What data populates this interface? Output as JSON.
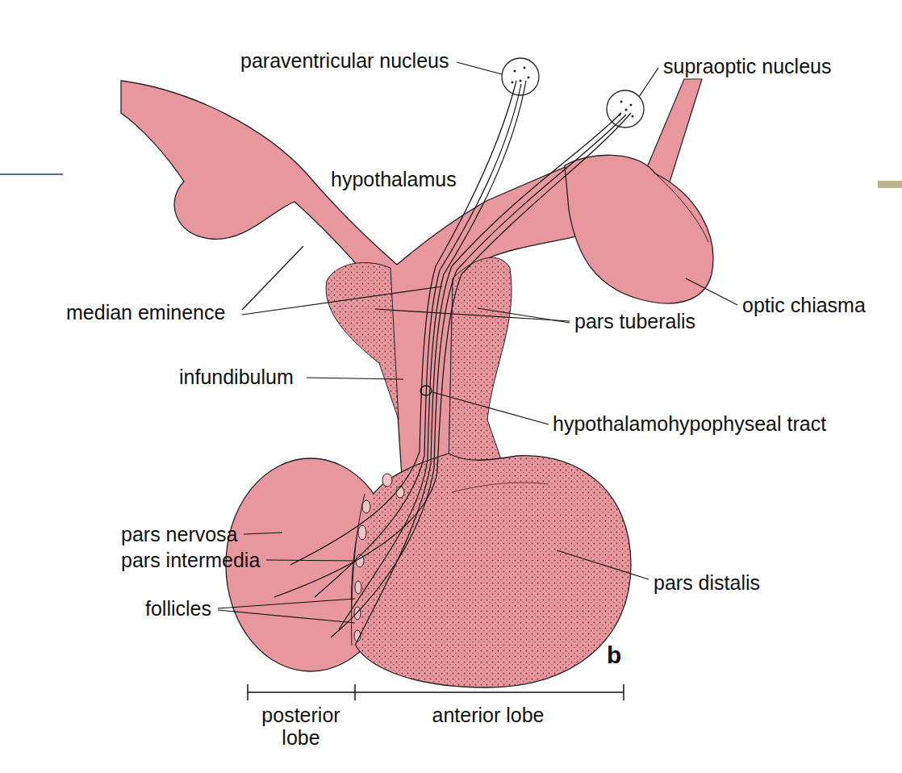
{
  "diagram": {
    "labels": [
      "paraventricular nucleus",
      "supraoptic nucleus",
      "hypothalamus",
      "median eminence",
      "optic chiasma",
      "pars tuberalis",
      "infundibulum",
      "hypothalamohypophyseal tract",
      "pars nervosa",
      "pars intermedia",
      "follicles",
      "pars distalis",
      "b",
      "posterior lobe",
      "anterior lobe"
    ]
  }
}
